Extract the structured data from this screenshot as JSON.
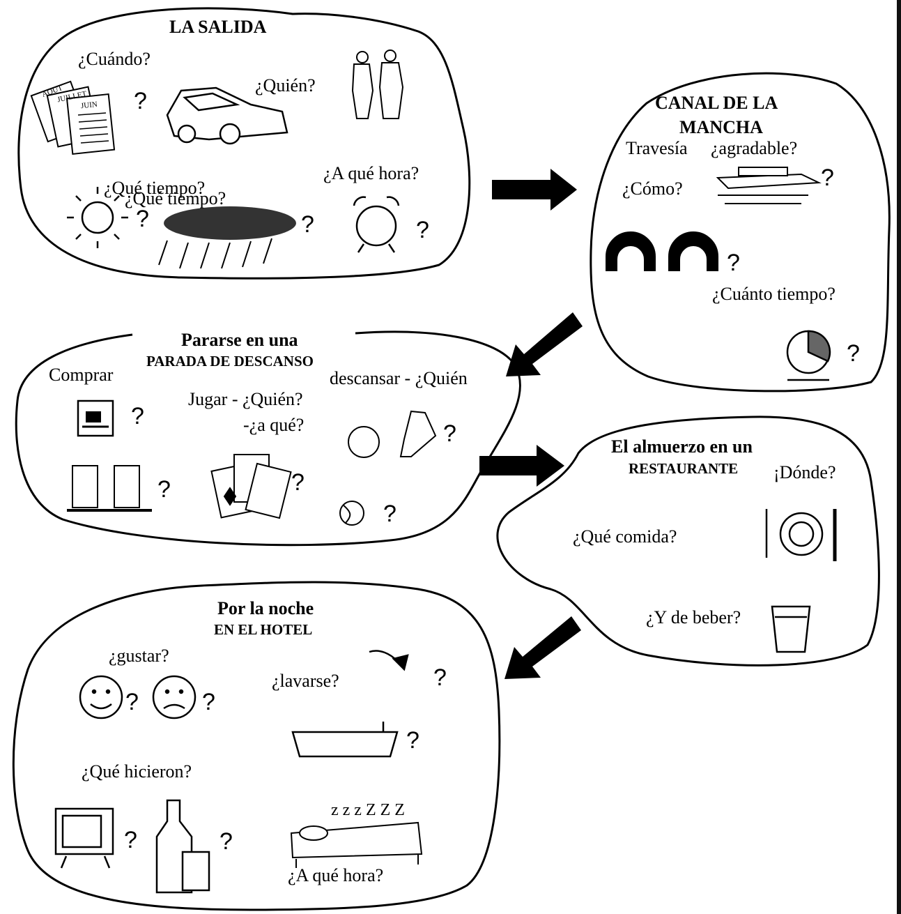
{
  "bubbles": {
    "salida": {
      "title": "LA SALIDA",
      "cuando": "¿Cuándo?",
      "quien": "¿Quién?",
      "tiempo1": "¿Qué tiempo?",
      "tiempo2": "¿Qué tiempo?",
      "hora": "¿A qué hora?",
      "cal_labels": [
        "AOUT",
        "JUILLET",
        "JUIN"
      ]
    },
    "canal": {
      "title1": "CANAL DE LA",
      "title2": "MANCHA",
      "travesia": "Travesía",
      "agradable": "¿agradable?",
      "como": "¿Cómo?",
      "cuanto": "¿Cuánto tiempo?"
    },
    "parada": {
      "title1": "Pararse en una",
      "title2": "PARADA DE DESCANSO",
      "comprar": "Comprar",
      "descansar": "descansar  - ¿Quién",
      "jugar": "Jugar - ¿Quién?",
      "aque": "-¿a qué?"
    },
    "restaurante": {
      "title1": "El almuerzo en un",
      "title2": "RESTAURANTE",
      "donde": "¡Dónde?",
      "comida": "¿Qué comida?",
      "beber": "¿Y de beber?"
    },
    "hotel": {
      "title1": "Por la noche",
      "title2": "EN EL HOTEL",
      "gustar": "¿gustar?",
      "lavarse": "¿lavarse?",
      "hicieron": "¿Qué hicieron?",
      "hora": "¿A qué hora?",
      "zzz": "z z z Z Z Z"
    }
  },
  "question_mark": "?",
  "icons": [
    "calendar-icon",
    "car-icon",
    "people-icon",
    "sun-icon",
    "rain-cloud-icon",
    "alarm-clock-icon",
    "ferry-icon",
    "tunnel-icon",
    "coffee-cup-icon",
    "fuel-pump-icon",
    "playing-cards-icon",
    "ball-icon",
    "shoe-icon",
    "tennis-ball-icon",
    "place-setting-icon",
    "drinking-glass-icon",
    "smiley-happy-icon",
    "smiley-sad-icon",
    "shower-icon",
    "bathtub-icon",
    "television-icon",
    "bottle-icon",
    "bed-icon"
  ]
}
